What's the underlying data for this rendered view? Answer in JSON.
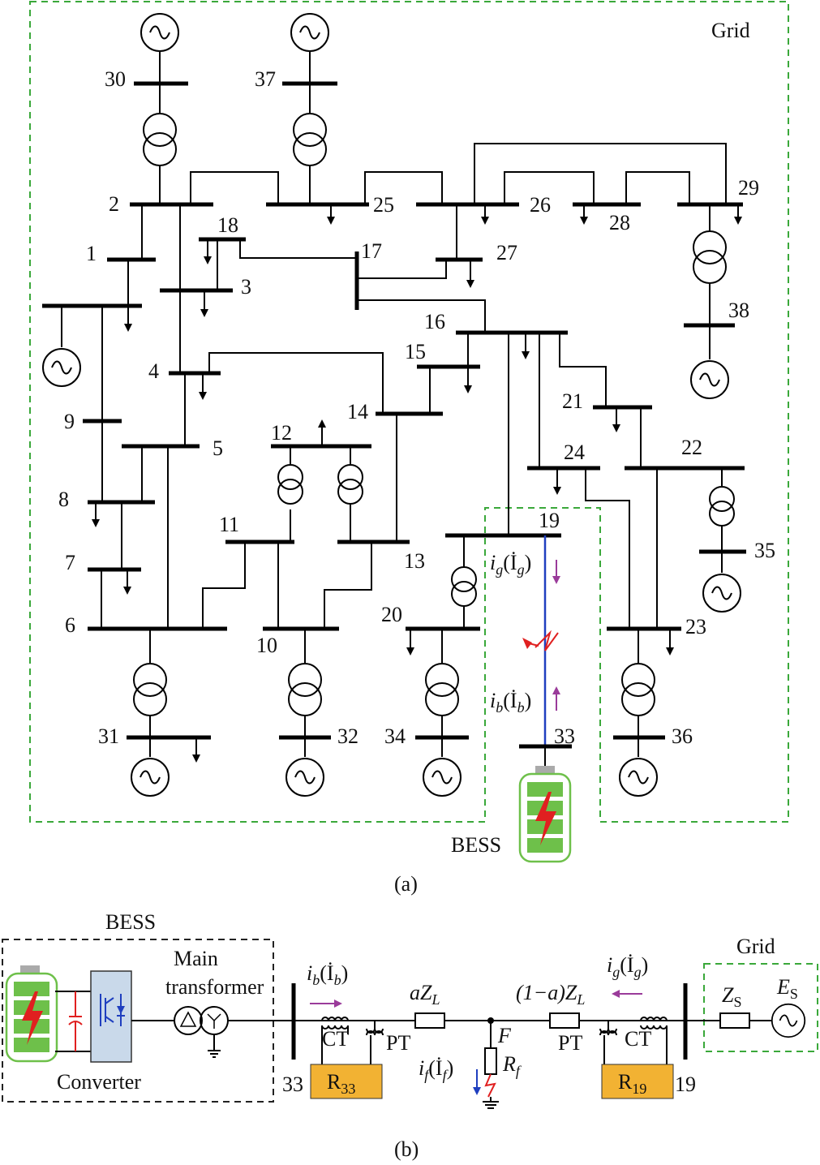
{
  "panel_a": {
    "grid_label": "Grid",
    "bess_label": "BESS",
    "caption": "(a)",
    "buses": {
      "b1": "1",
      "b2": "2",
      "b3": "3",
      "b4": "4",
      "b5": "5",
      "b6": "6",
      "b7": "7",
      "b8": "8",
      "b9": "9",
      "b10": "10",
      "b11": "11",
      "b12": "12",
      "b13": "13",
      "b14": "14",
      "b15": "15",
      "b16": "16",
      "b17": "17",
      "b18": "18",
      "b19": "19",
      "b20": "20",
      "b21": "21",
      "b22": "22",
      "b23": "23",
      "b24": "24",
      "b25": "25",
      "b26": "26",
      "b27": "27",
      "b28": "28",
      "b29": "29",
      "b30": "30",
      "b31": "31",
      "b32": "32",
      "b33": "33",
      "b34": "34",
      "b35": "35",
      "b36": "36",
      "b37": "37",
      "b38": "38"
    },
    "ig_label": "i",
    "ig_sub": "g",
    "ig_phasor": "(İ",
    "ig_close": ")",
    "ib_label": "i",
    "ib_sub": "b",
    "ib_phasor": "(İ",
    "ib_close": ")"
  },
  "panel_b": {
    "bess_label": "BESS",
    "main_transformer_line1": "Main",
    "main_transformer_line2": "transformer",
    "converter_label": "Converter",
    "grid_label": "Grid",
    "bus33": "33",
    "bus19": "19",
    "ct_left": "CT",
    "pt_left": "PT",
    "ct_right": "CT",
    "pt_right": "PT",
    "aZL_a": "aZ",
    "aZL_sub": "L",
    "oneminus_a": "(1−a)Z",
    "oneminus_sub": "L",
    "fault_node": "F",
    "rf": "R",
    "rf_sub": "f",
    "if_label": "i",
    "if_sub": "f",
    "zs": "Z",
    "zs_sub": "S",
    "es": "E",
    "es_sub": "S",
    "r33": "R",
    "r33_sub": "33",
    "r19": "R",
    "r19_sub": "19",
    "caption": "(b)"
  },
  "colors": {
    "grid_dash": "#3aa83a",
    "line_19_33": "#1f3fbf",
    "current_arrow": "#9a3b9a",
    "fault": "#e02020",
    "relay_box": "#f2b233",
    "battery_green": "#6ec04a",
    "converter_fill": "#c9d9ea"
  }
}
